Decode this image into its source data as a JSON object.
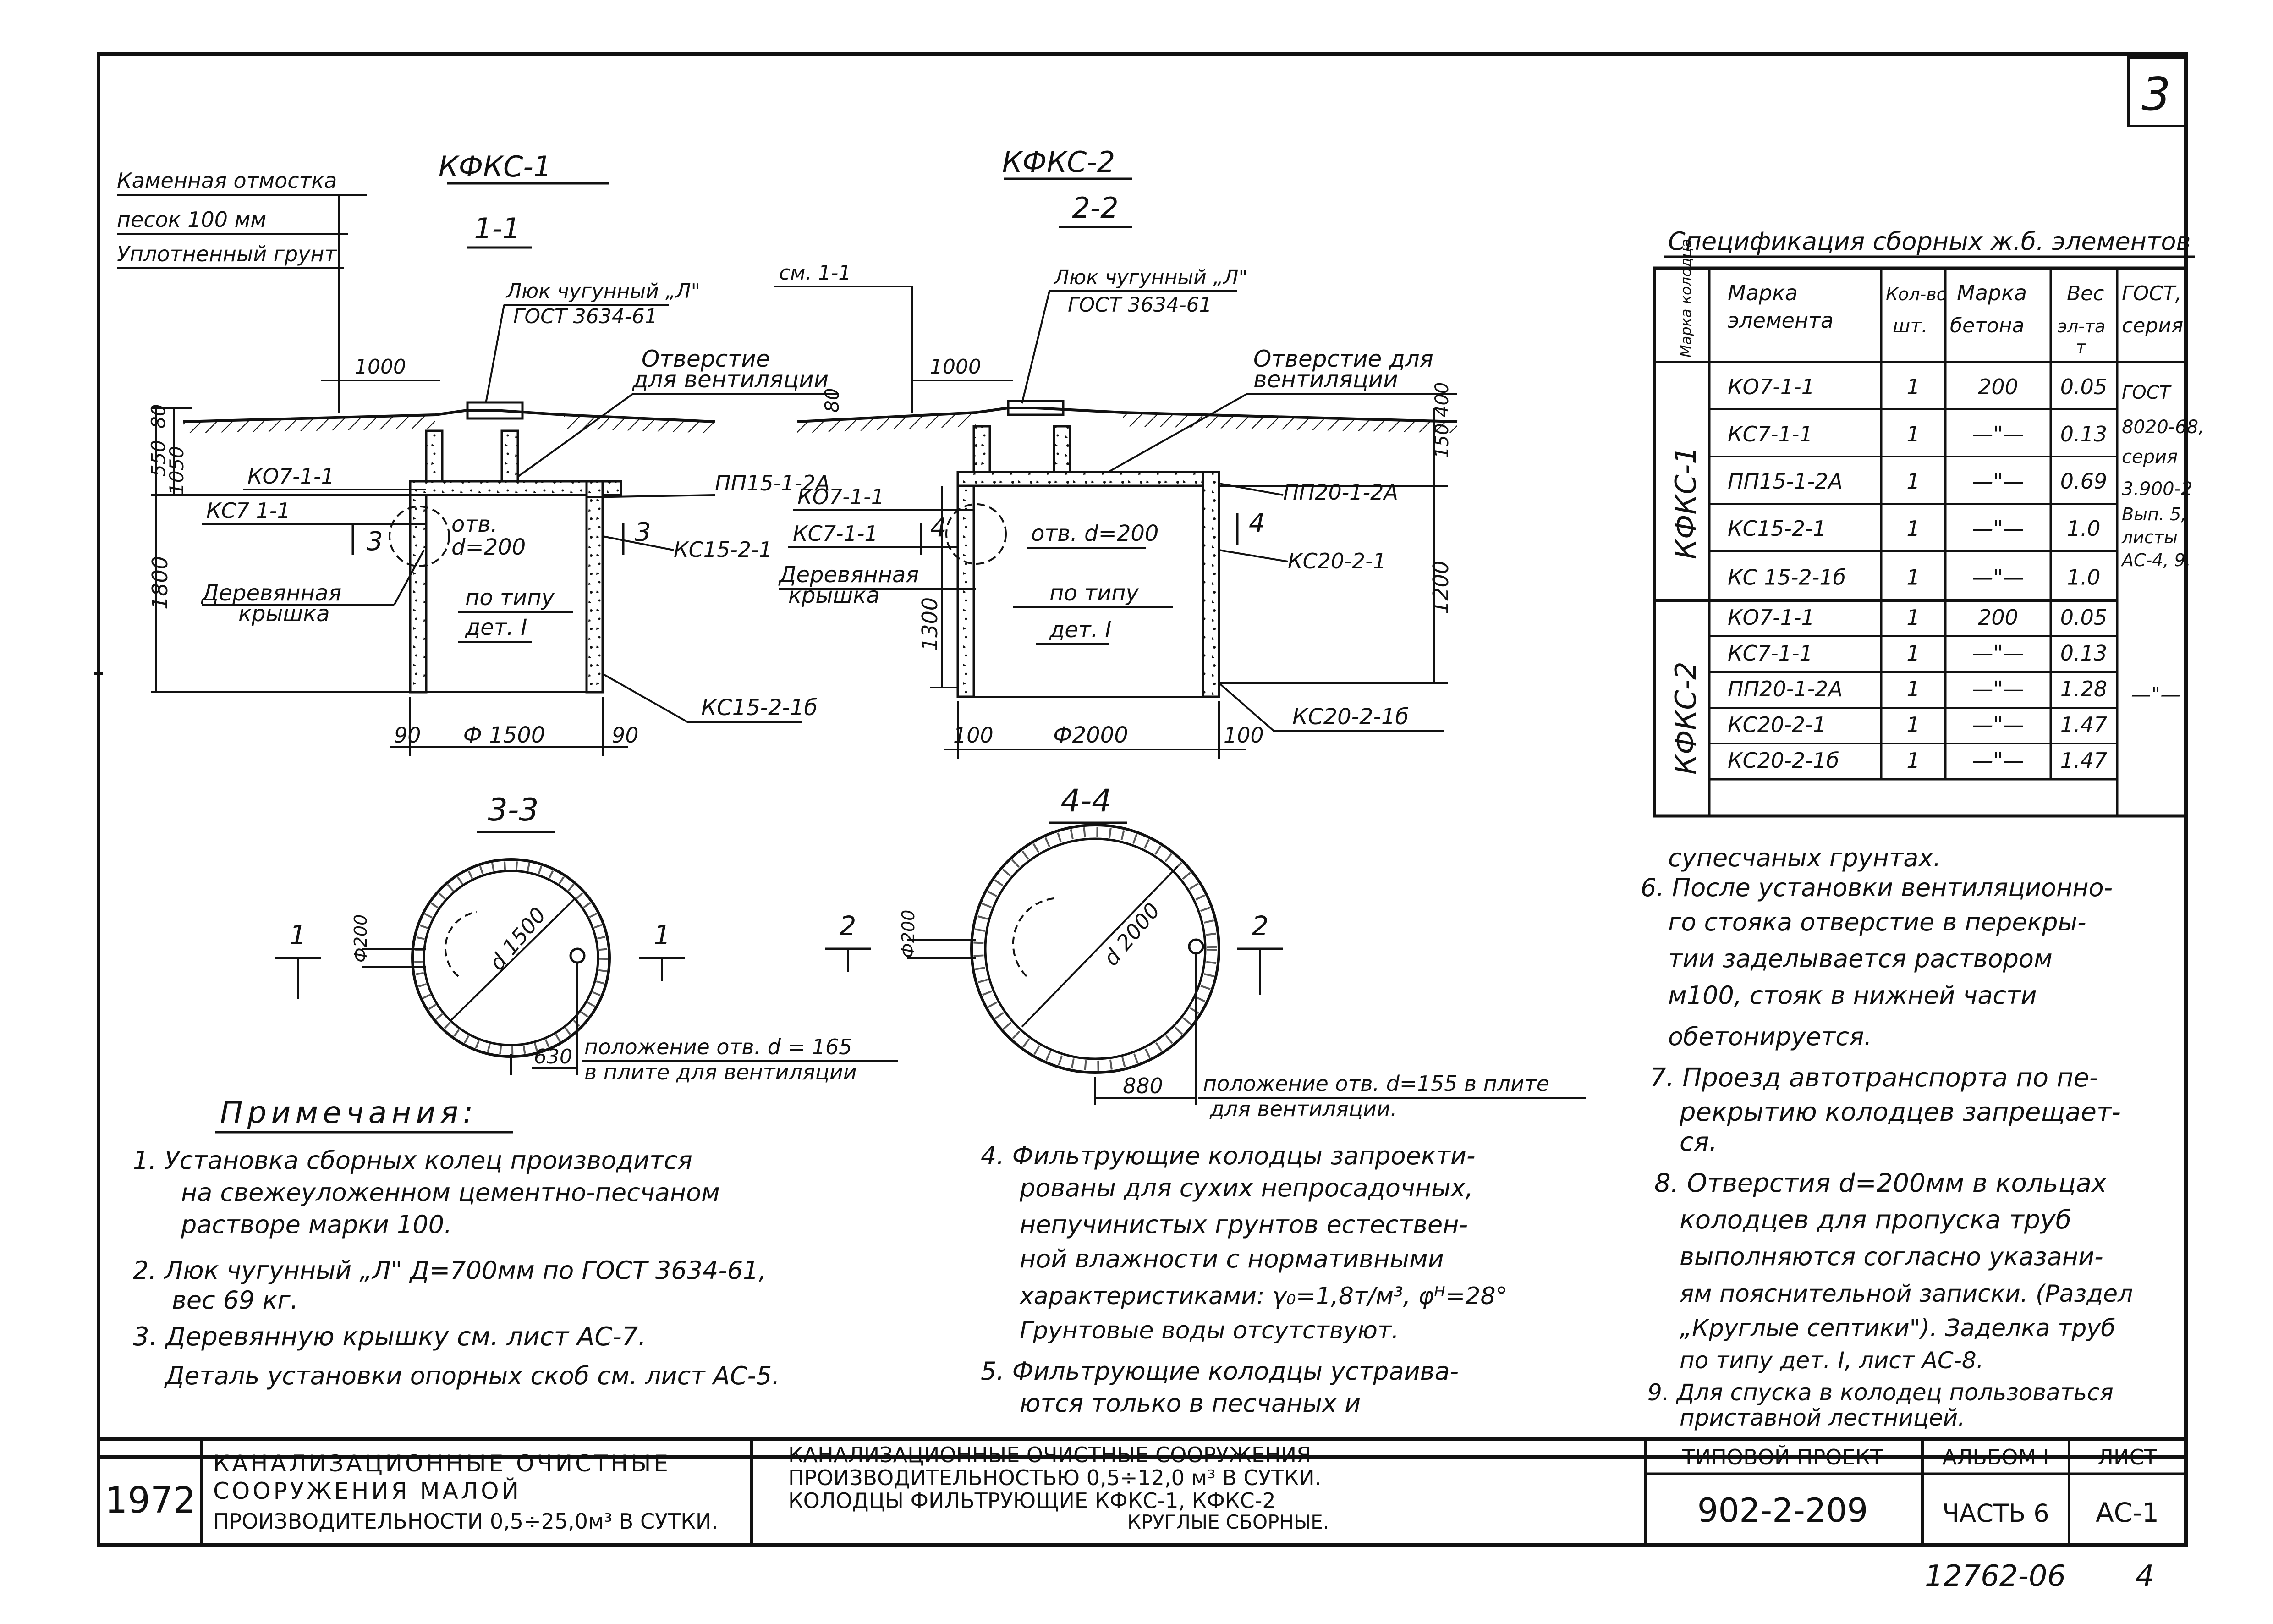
{
  "sheet": {
    "corner_number": "3",
    "stamp_bottom": "12762-06",
    "stamp_bottom_page": "4"
  },
  "left_drawing": {
    "well_label": "КФКС-1",
    "section_label": "1-1",
    "layers": [
      "Каменная отмостка",
      "песок 100 мм",
      "Уплотненный грунт"
    ],
    "hatch_label": "Люк чугунный „Л\"",
    "hatch_gost": "ГОСТ 3634-61",
    "vent_label_1": "Отверстие",
    "vent_label_2": "для вентиляции",
    "dim_1000": "1000",
    "dim_80": "80",
    "dim_550": "550",
    "dim_1050": "1050",
    "dim_1800": "1800",
    "ko_label": "КО7-1-1",
    "kc_label": "КС7 1-1",
    "cut_marker": "3",
    "hole_label_1": "отв.",
    "hole_label_2": "d=200",
    "slab_label": "ПП15-1-2А",
    "ring_label": "КС15-2-1",
    "lid_label_1": "Деревянная",
    "lid_label_2": "крышка",
    "type_label_1": "по типу",
    "type_label_2": "дет. I",
    "bottom_ring": "КС15-2-1б",
    "dim_90_l": "90",
    "dim_diam": "Ф 1500",
    "dim_90_r": "90"
  },
  "right_drawing": {
    "well_label": "КФКС-2",
    "section_label": "2-2",
    "see_label": "см. 1-1",
    "hatch_label": "Люк чугунный „Л\"",
    "hatch_gost": "ГОСТ 3634-61",
    "vent_label_1": "Отверстие для",
    "vent_label_2": "вентиляции",
    "dim_1000": "1000",
    "dim_80": "80",
    "dim_150": "150",
    "dim_400": "400",
    "ko_label": "КО7-1-1",
    "kc_label": "КС7-1-1",
    "cut_marker": "4",
    "hole_label": "отв. d=200",
    "slab_label": "ПП20-1-2А",
    "ring_label": "КС20-2-1",
    "lid_label_1": "Деревянная",
    "lid_label_2": "крышка",
    "type_label_1": "по типу",
    "type_label_2": "дет. I",
    "dim_1300": "1300",
    "dim_1200": "1200",
    "bottom_ring": "КС20-2-1б",
    "dim_100_l": "100",
    "dim_diam": "Ф2000",
    "dim_100_r": "100"
  },
  "plan_3": {
    "title": "3-3",
    "diam": "d 1500",
    "hole": "Ф200",
    "cut": "1",
    "dim_630": "630",
    "note_1": "положение отв. d = 165",
    "note_2": "в плите для вентиляции"
  },
  "plan_4": {
    "title": "4-4",
    "diam": "d 2000",
    "hole": "Ф200",
    "cut": "2",
    "dim_880": "880",
    "note_1": "положение отв. d=155 в плите",
    "note_2": "для вентиляции."
  },
  "spec": {
    "title": "Спецификация сборных ж.б. элементов",
    "headers": {
      "c0": "Марка колодца",
      "c1_a": "Марка",
      "c1_b": "элемента",
      "c2_a": "Кол-во",
      "c2_b": "шт.",
      "c3_a": "Марка",
      "c3_b": "бетона",
      "c4_a": "Вес",
      "c4_b": "эл-та",
      "c4_c": "т",
      "c5_a": "ГОСТ,",
      "c5_b": "серия"
    },
    "group_1": "КФКС-1",
    "group_2": "КФКС-2",
    "rows": [
      {
        "mark": "КО7-1-1",
        "qty": "1",
        "conc": "200",
        "w": "0.05"
      },
      {
        "mark": "КС7-1-1",
        "qty": "1",
        "conc": "—\"—",
        "w": "0.13"
      },
      {
        "mark": "ПП15-1-2А",
        "qty": "1",
        "conc": "—\"—",
        "w": "0.69"
      },
      {
        "mark": "КС15-2-1",
        "qty": "1",
        "conc": "—\"—",
        "w": "1.0"
      },
      {
        "mark": "КС 15-2-1б",
        "qty": "1",
        "conc": "—\"—",
        "w": "1.0"
      },
      {
        "mark": "КО7-1-1",
        "qty": "1",
        "conc": "200",
        "w": "0.05"
      },
      {
        "mark": "КС7-1-1",
        "qty": "1",
        "conc": "—\"—",
        "w": "0.13"
      },
      {
        "mark": "ПП20-1-2А",
        "qty": "1",
        "conc": "—\"—",
        "w": "1.28"
      },
      {
        "mark": "КС20-2-1",
        "qty": "1",
        "conc": "—\"—",
        "w": "1.47"
      },
      {
        "mark": "КС20-2-1б",
        "qty": "1",
        "conc": "—\"—",
        "w": "1.47"
      }
    ],
    "gost_lines": [
      "ГОСТ",
      "8020-68,",
      "серия",
      "3.900-2",
      "Вып. 5,",
      "листы",
      "АС-4, 9."
    ],
    "gost_2": "—\"—"
  },
  "notes": {
    "heading": "Примечания:",
    "n1_a": "1.  Установка сборных колец производится",
    "n1_b": "на свежеуложенном цементно-песчаном",
    "n1_c": "растворе марки 100.",
    "n2_a": "2.  Люк чугунный „Л\" Д=700мм по ГОСТ 3634-61,",
    "n2_b": "вес 69 кг.",
    "n3_a": "3. Деревянную крышку см. лист АС-7.",
    "n3_b": "Деталь установки опорных скоб см. лист АС-5.",
    "n4_a": "4.  Фильтрующие колодцы запроекти-",
    "n4_b": "рованы для сухих непросадочных,",
    "n4_c": "непучинистых грунтов естествен-",
    "n4_d": "ной влажности с нормативными",
    "n4_e": "характеристиками: γ₀=1,8т/м³, φᴴ=28°",
    "n4_f": "Грунтовые воды отсутствуют.",
    "n5_a": "5.  Фильтрующие колодцы устраива-",
    "n5_b": "ются только в песчаных и",
    "n5_c": "супесчаных грунтах.",
    "n6_a": "6. После установки вентиляционно-",
    "n6_b": "го стояка отверстие в перекры-",
    "n6_c": "тии заделывается раствором",
    "n6_d": "м100, стояк в нижней части",
    "n6_e": "обетонируется.",
    "n7_a": "7.  Проезд автотранспорта по пе-",
    "n7_b": "рекрытию колодцев запрещает-",
    "n7_c": "ся.",
    "n8_a": "8.  Отверстия d=200мм в кольцах",
    "n8_b": "колодцев для пропуска труб",
    "n8_c": "выполняются согласно указани-",
    "n8_d": "ям пояснительной записки. (Раздел",
    "n8_e": "„Круглые септики\"). Заделка труб",
    "n8_f": "по типу дет. I, лист АС-8.",
    "n9_a": "9.  Для спуска в колодец пользоваться",
    "n9_b": "приставной лестницей."
  },
  "titleblock": {
    "year": "1972",
    "org_1": "КАНАЛИЗАЦИОННЫЕ ОЧИСТНЫЕ",
    "org_2": "СООРУЖЕНИЯ МАЛОЙ",
    "org_3": "ПРОИЗВОДИТЕЛЬНОСТИ 0,5÷25,0м³ В СУТКИ.",
    "title_1": "КАНАЛИЗАЦИОННЫЕ ОЧИСТНЫЕ СООРУЖЕНИЯ",
    "title_2": "ПРОИЗВОДИТЕЛЬНОСТЬЮ 0,5÷12,0 м³ В СУТКИ.",
    "title_3": "КОЛОДЦЫ ФИЛЬТРУЮЩИЕ КФКС-1, КФКС-2",
    "title_4": "КРУГЛЫЕ СБОРНЫЕ.",
    "proj_label": "ТИПОВОЙ ПРОЕКТ",
    "proj_value": "902-2-209",
    "album_label": "АЛЬБОМ I",
    "album_value": "ЧАСТЬ 6",
    "sheet_label": "ЛИСТ",
    "sheet_value": "АС-1"
  }
}
